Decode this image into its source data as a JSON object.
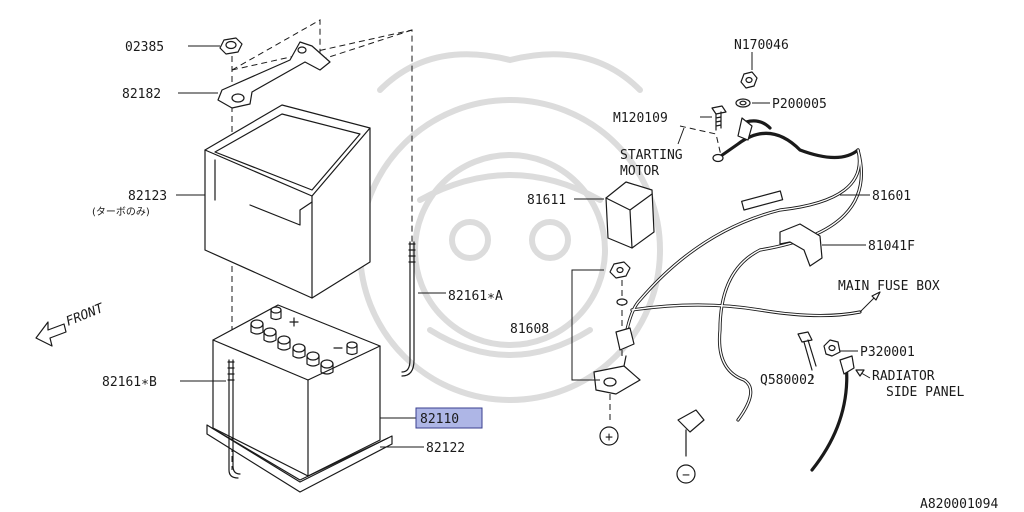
{
  "diagram_id": "A820001094",
  "front_label": "FRONT",
  "highlight_color": "#aeb6e6",
  "highlight_border": "#3a3f8f",
  "parts": {
    "p02385": "02385",
    "p82182": "82182",
    "p82123": "82123",
    "p82123_note": "(ターボのみ)",
    "p82161a": "82161∗A",
    "p82161b": "82161∗B",
    "p82110": "82110",
    "p82122": "82122",
    "n170046": "N170046",
    "m120109": "M120109",
    "p200005": "P200005",
    "starting_motor_1": "STARTING",
    "starting_motor_2": "MOTOR",
    "p81611": "81611",
    "p81601": "81601",
    "p81041f": "81041F",
    "main_fuse_box": "MAIN FUSE BOX",
    "p81608": "81608",
    "p320001": "P320001",
    "q580002": "Q580002",
    "radiator_1": "RADIATOR",
    "radiator_2": "SIDE PANEL",
    "positive": "+",
    "negative": "−"
  }
}
